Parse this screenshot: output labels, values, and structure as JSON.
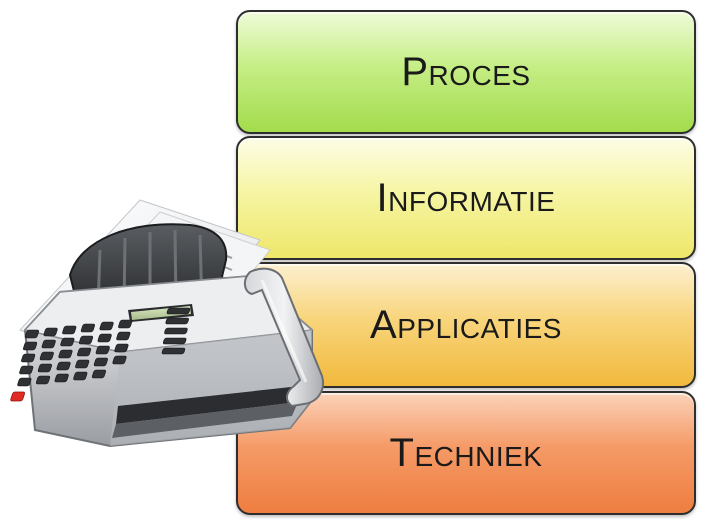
{
  "layers": [
    {
      "label": "Proces",
      "color": "#b5e56a"
    },
    {
      "label": "Informatie",
      "color": "#f2ef8c"
    },
    {
      "label": "Applicaties",
      "color": "#f5c85a"
    },
    {
      "label": "Techniek",
      "color": "#f28c52"
    }
  ],
  "illustration": {
    "icon": "fax-machine-icon"
  }
}
